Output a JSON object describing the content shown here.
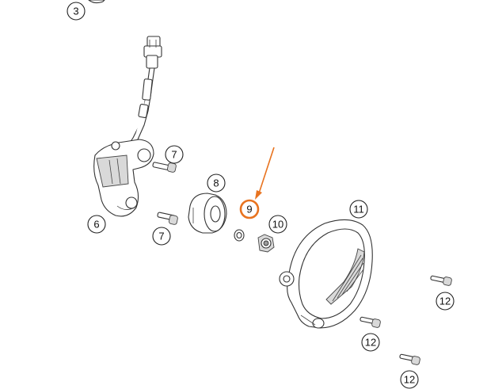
{
  "callouts": {
    "c3": "3",
    "c6": "6",
    "c7a": "7",
    "c7b": "7",
    "c8": "8",
    "c9": "9",
    "c10": "10",
    "c11": "11",
    "c12a": "12",
    "c12b": "12",
    "c12c": "12"
  },
  "colors": {
    "highlight": "#e8731f",
    "line": "#333333"
  }
}
